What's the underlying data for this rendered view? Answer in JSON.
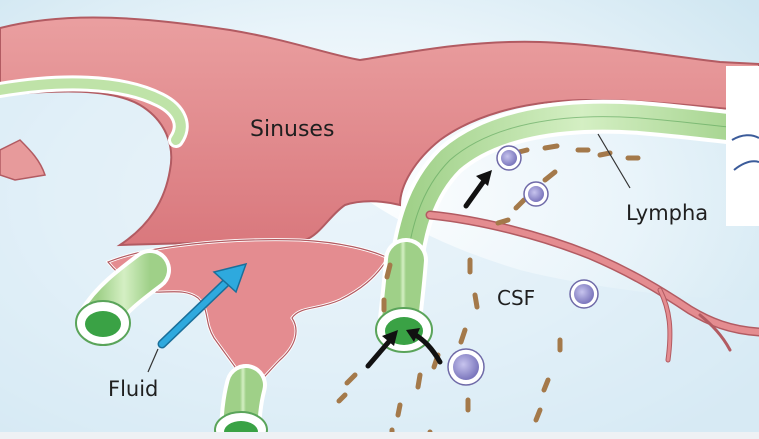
{
  "labels": {
    "sinuses": "Sinuses",
    "fluid": "Fluid",
    "csf": "CSF",
    "lymphatic": "Lympha"
  },
  "colors": {
    "background_blue": "#d8ecf5",
    "sinus_fill": "#e79a9b",
    "sinus_outline": "#b25b62",
    "vessel_green": "#bfe3a8",
    "vessel_green_dark": "#5aa45a",
    "vessel_lumen": "#3aa245",
    "fluid_arrow": "#2ea9de",
    "flow_arrow": "#111111",
    "cell_purple": "#8a86c8",
    "dash_brown": "#a4794a",
    "panel_edge": "#3b5b9a"
  },
  "icons": [
    "fluid-arrow-icon",
    "flow-arrow-icon",
    "immune-cell-icon"
  ]
}
